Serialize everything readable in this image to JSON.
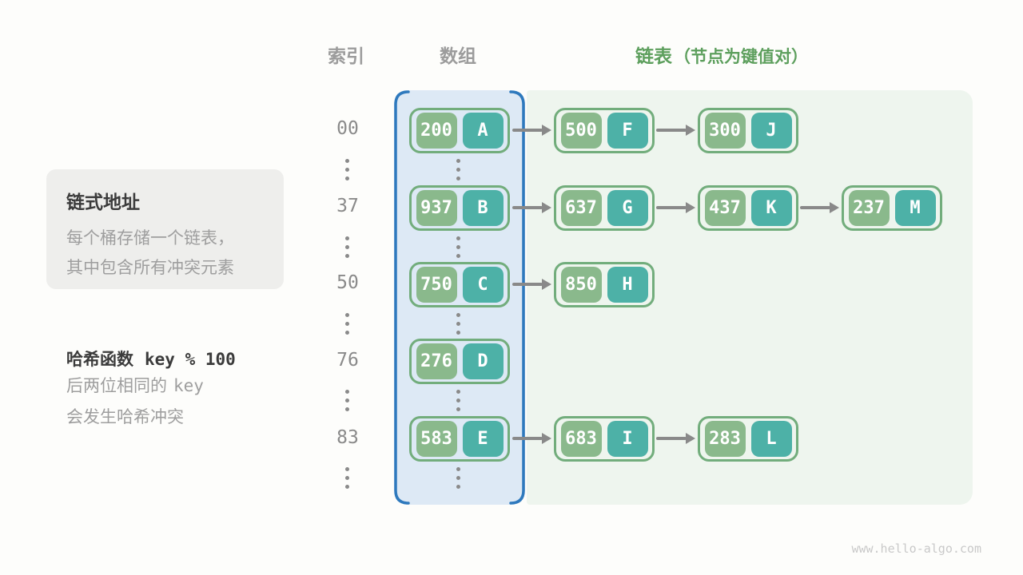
{
  "header": {
    "index_label": "索引",
    "array_label": "数组",
    "list_label": "链表",
    "list_note": "（节点为键值对）"
  },
  "info_box": {
    "title": "链式地址",
    "line1": "每个桶存储一个链表，",
    "line2": "其中包含所有冲突元素"
  },
  "hash_note": {
    "title": "哈希函数",
    "formula": "key % 100",
    "line1_text": "后两位相同的",
    "line1_code": "key",
    "line2": "会发生哈希冲突"
  },
  "rows": [
    {
      "index": "00",
      "array": {
        "key": "200",
        "value": "A"
      },
      "chain": [
        {
          "key": "500",
          "value": "F"
        },
        {
          "key": "300",
          "value": "J"
        }
      ]
    },
    {
      "index": "37",
      "array": {
        "key": "937",
        "value": "B"
      },
      "chain": [
        {
          "key": "637",
          "value": "G"
        },
        {
          "key": "437",
          "value": "K"
        },
        {
          "key": "237",
          "value": "M"
        }
      ]
    },
    {
      "index": "50",
      "array": {
        "key": "750",
        "value": "C"
      },
      "chain": [
        {
          "key": "850",
          "value": "H"
        }
      ]
    },
    {
      "index": "76",
      "array": {
        "key": "276",
        "value": "D"
      },
      "chain": []
    },
    {
      "index": "83",
      "array": {
        "key": "583",
        "value": "E"
      },
      "chain": [
        {
          "key": "683",
          "value": "I"
        },
        {
          "key": "283",
          "value": "L"
        }
      ]
    }
  ],
  "colors": {
    "array_bg": "#dde9f5",
    "array_border_blue": "#2e79bd",
    "list_bg": "#eef5ee",
    "node_border_green": "#72ad7c",
    "key_green": "#8ab98c",
    "value_teal": "#4db1a7",
    "header_gray": "#9c9c9c",
    "header_green": "#5d9f5d",
    "text_dark": "#3b3b3b",
    "text_gray": "#9e9e9e",
    "arrow_gray": "#898989"
  },
  "watermark": "www.hello-algo.com"
}
